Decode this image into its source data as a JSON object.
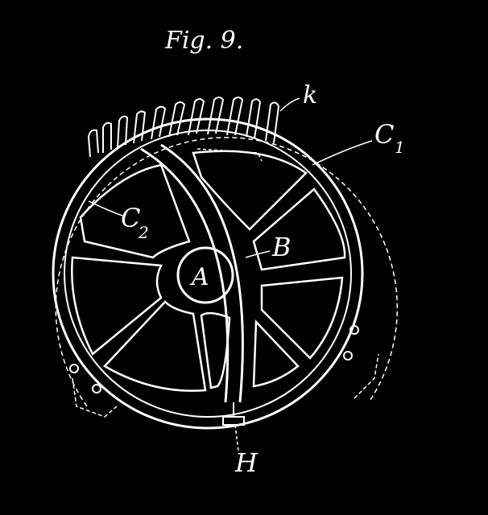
{
  "figure": {
    "title": "Fig. 9.",
    "labels": {
      "k": "k",
      "c1": "C",
      "c1_sub": "1",
      "c2": "C",
      "c2_sub": "2",
      "b": "B",
      "a": "A",
      "h": "H"
    },
    "colors": {
      "background": "#000000",
      "ink": "#ffffff"
    }
  }
}
